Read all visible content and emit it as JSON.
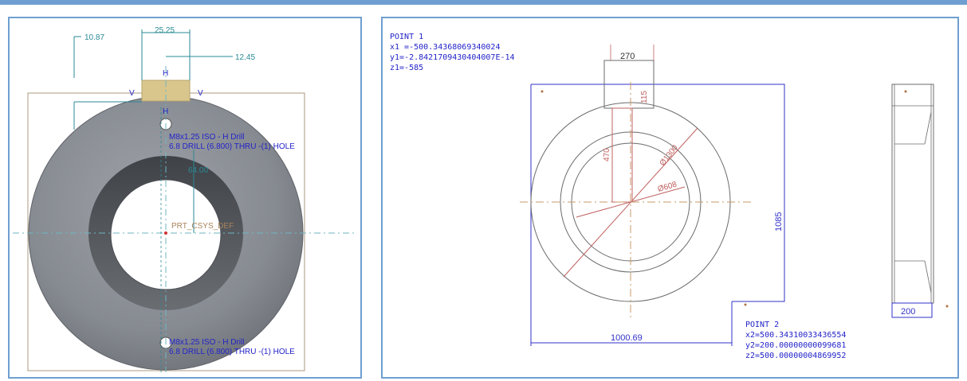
{
  "left_view": {
    "dims": {
      "d1": "10.87",
      "d2": "25.25",
      "d3": "12.45",
      "d4": "64.00"
    },
    "markers": {
      "h_top": "H",
      "h_bottom": "H",
      "v_left": "V",
      "v_right": "V"
    },
    "hole_note_top": {
      "line1": "M8x1.25 ISO - H Drill",
      "line2": "6.8 DRILL (6.800) THRU -(1) HOLE"
    },
    "hole_note_bottom": {
      "line1": "M8x1.25 ISO - H Drill",
      "line2": "6.8 DRILL (6.800) THRU -(1) HOLE"
    },
    "csys_label": "PRT_CSYS_DEF",
    "colors": {
      "ring_face": "#8c9097",
      "ring_inner": "#56595e",
      "dim": "#2a8a96",
      "note": "#2323c8",
      "frame": "#a99880",
      "tab": "#d8c68d"
    }
  },
  "right_view": {
    "point1": {
      "title": "POINT 1",
      "x": "x1 =-500.34368069340024",
      "y": "y1=-2.8421709430404007E-14",
      "z": "z1=-585"
    },
    "point2": {
      "title": "POINT 2",
      "x": "x2=500.34310033436554",
      "y": "y2=200.00000000099681",
      "z": "z2=500.00000004869952"
    },
    "dims": {
      "tab_width": "270",
      "tab_height": "115",
      "dim_470": "470",
      "dia_1300": "Ø1300",
      "dia_608": "Ø608",
      "height": "1085",
      "width": "1000.69",
      "side_width": "200"
    },
    "colors": {
      "outline": "#6b6b6b",
      "dim": "#3232c8",
      "red": "#c06060",
      "center": "#c89a6a"
    }
  }
}
